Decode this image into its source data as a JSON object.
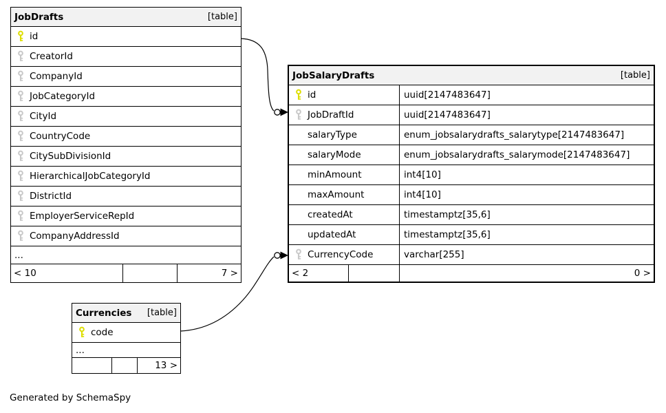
{
  "page": {
    "footer_note": "Generated by SchemaSpy"
  },
  "colors": {
    "primary_key": "#dede00",
    "foreign_key": "#c9c9c9",
    "header_bg": "#f2f2f2",
    "border": "#000000"
  },
  "tables": [
    {
      "name": "JobDrafts",
      "badge": "[table]",
      "columns": [
        {
          "name": "id",
          "key": "pk"
        },
        {
          "name": "CreatorId",
          "key": "fk"
        },
        {
          "name": "CompanyId",
          "key": "fk"
        },
        {
          "name": "JobCategoryId",
          "key": "fk"
        },
        {
          "name": "CityId",
          "key": "fk"
        },
        {
          "name": "CountryCode",
          "key": "fk"
        },
        {
          "name": "CitySubDivisionId",
          "key": "fk"
        },
        {
          "name": "HierarchicalJobCategoryId",
          "key": "fk"
        },
        {
          "name": "DistrictId",
          "key": "fk"
        },
        {
          "name": "EmployerServiceRepId",
          "key": "fk"
        },
        {
          "name": "CompanyAddressId",
          "key": "fk"
        }
      ],
      "ellipsis": "...",
      "footer": {
        "left": "< 10",
        "mid": "",
        "right": "7 >"
      }
    },
    {
      "name": "JobSalaryDrafts",
      "badge": "[table]",
      "columns": [
        {
          "name": "id",
          "type": "uuid[2147483647]",
          "key": "pk"
        },
        {
          "name": "JobDraftId",
          "type": "uuid[2147483647]",
          "key": "fk"
        },
        {
          "name": "salaryType",
          "type": "enum_jobsalarydrafts_salarytype[2147483647]",
          "key": null
        },
        {
          "name": "salaryMode",
          "type": "enum_jobsalarydrafts_salarymode[2147483647]",
          "key": null
        },
        {
          "name": "minAmount",
          "type": "int4[10]",
          "key": null
        },
        {
          "name": "maxAmount",
          "type": "int4[10]",
          "key": null
        },
        {
          "name": "createdAt",
          "type": "timestamptz[35,6]",
          "key": null
        },
        {
          "name": "updatedAt",
          "type": "timestamptz[35,6]",
          "key": null
        },
        {
          "name": "CurrencyCode",
          "type": "varchar[255]",
          "key": "fk"
        }
      ],
      "footer": {
        "left": "< 2",
        "mid": "",
        "right": "0 >"
      }
    },
    {
      "name": "Currencies",
      "badge": "[table]",
      "columns": [
        {
          "name": "code",
          "key": "pk"
        }
      ],
      "ellipsis": "...",
      "footer": {
        "left": "",
        "mid": "",
        "right": "13 >"
      }
    }
  ],
  "relationships": [
    {
      "from_table": "JobDrafts",
      "from_column": "id",
      "to_table": "JobSalaryDrafts",
      "to_column": "JobDraftId"
    },
    {
      "from_table": "Currencies",
      "from_column": "code",
      "to_table": "JobSalaryDrafts",
      "to_column": "CurrencyCode"
    }
  ]
}
